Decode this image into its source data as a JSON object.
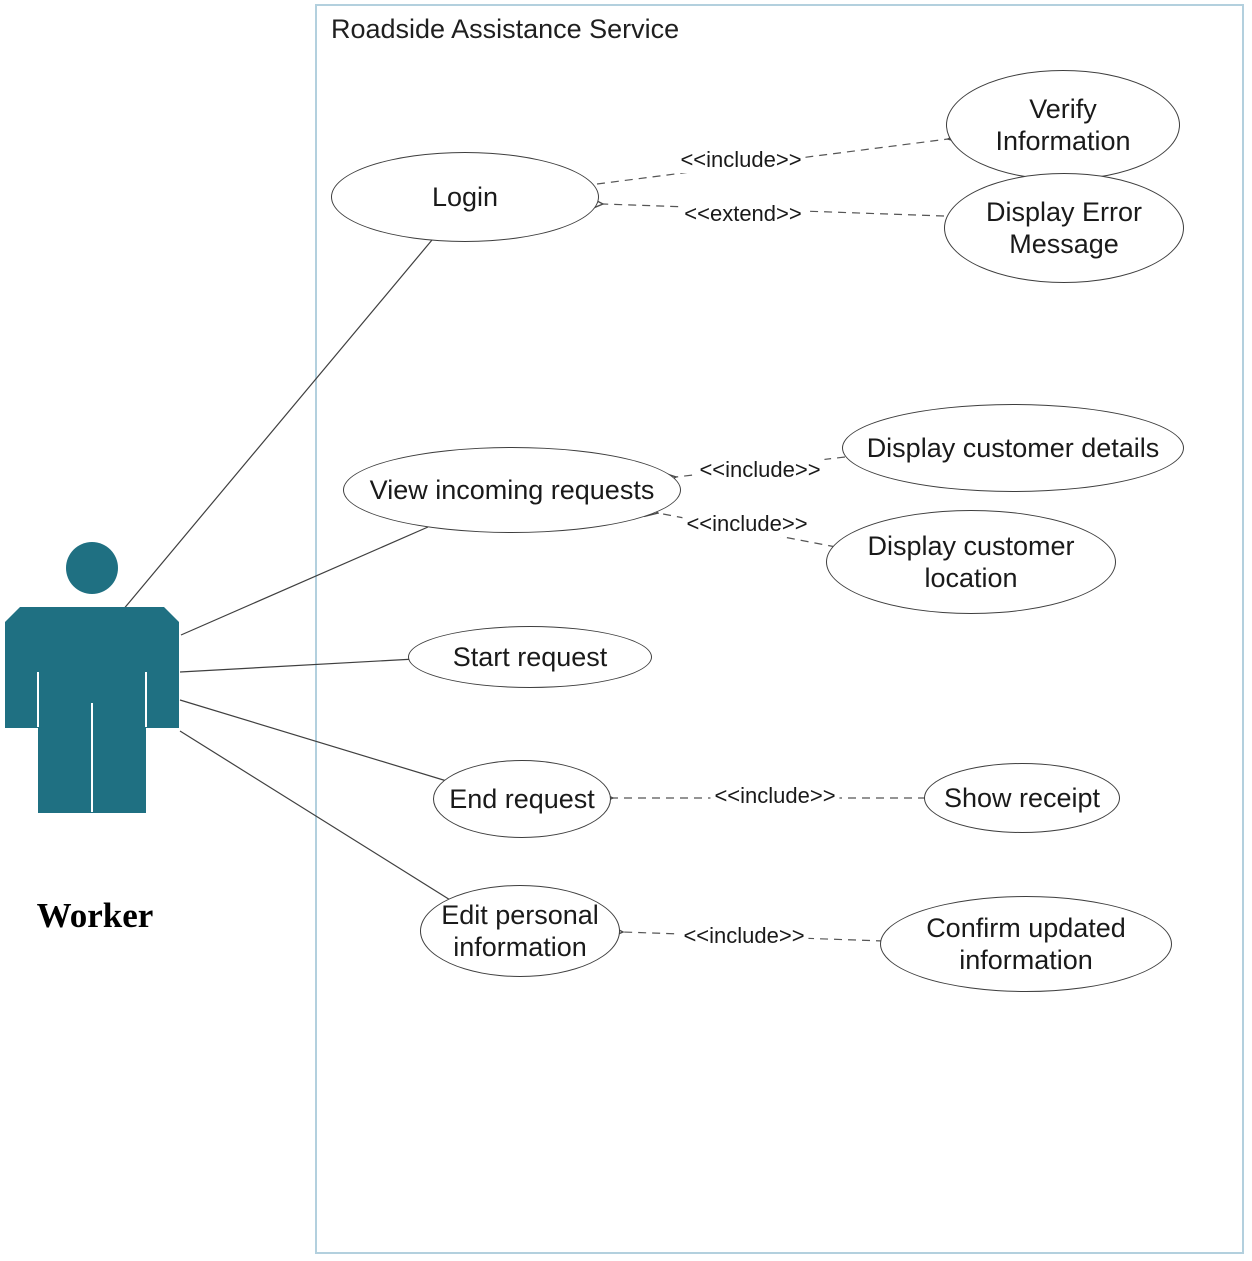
{
  "diagram": {
    "type": "uml-use-case-diagram",
    "system": {
      "title": "Roadside Assistance Service"
    },
    "actor": {
      "name": "Worker"
    },
    "use_cases": [
      {
        "id": "login",
        "label": "Login"
      },
      {
        "id": "verify-information",
        "label": "Verify\nInformation"
      },
      {
        "id": "display-error-message",
        "label": "Display Error\nMessage"
      },
      {
        "id": "view-incoming-requests",
        "label": "View incoming requests"
      },
      {
        "id": "display-customer-details",
        "label": "Display customer details"
      },
      {
        "id": "display-customer-location",
        "label": "Display customer\nlocation"
      },
      {
        "id": "start-request",
        "label": "Start request"
      },
      {
        "id": "end-request",
        "label": "End request"
      },
      {
        "id": "show-receipt",
        "label": "Show receipt"
      },
      {
        "id": "edit-personal-information",
        "label": "Edit personal\ninformation"
      },
      {
        "id": "confirm-updated-information",
        "label": "Confirm updated\ninformation"
      }
    ],
    "relationships": [
      {
        "from": "Login",
        "to": "Verify Information",
        "type": "include",
        "label": "<<include>>"
      },
      {
        "from": "Login",
        "to": "Display Error Message",
        "type": "extend",
        "label": "<<extend>>"
      },
      {
        "from": "View incoming requests",
        "to": "Display customer details",
        "type": "include",
        "label": "<<include>>"
      },
      {
        "from": "View incoming requests",
        "to": "Display customer location",
        "type": "include",
        "label": "<<include>>"
      },
      {
        "from": "End request",
        "to": "Show receipt",
        "type": "include",
        "label": "<<include>>"
      },
      {
        "from": "Edit personal information",
        "to": "Confirm updated information",
        "type": "include",
        "label": "<<include>>"
      },
      {
        "from": "Worker",
        "to": "Login",
        "type": "association"
      },
      {
        "from": "Worker",
        "to": "View incoming requests",
        "type": "association"
      },
      {
        "from": "Worker",
        "to": "Start request",
        "type": "association"
      },
      {
        "from": "Worker",
        "to": "End request",
        "type": "association"
      },
      {
        "from": "Worker",
        "to": "Edit personal information",
        "type": "association"
      }
    ],
    "colors": {
      "actor_fill": "#1f7082",
      "boundary_border": "#b3d0de",
      "shape_stroke": "#3e3e3e",
      "line_color": "#3f3f3f",
      "text": "#1b1b1b"
    }
  }
}
